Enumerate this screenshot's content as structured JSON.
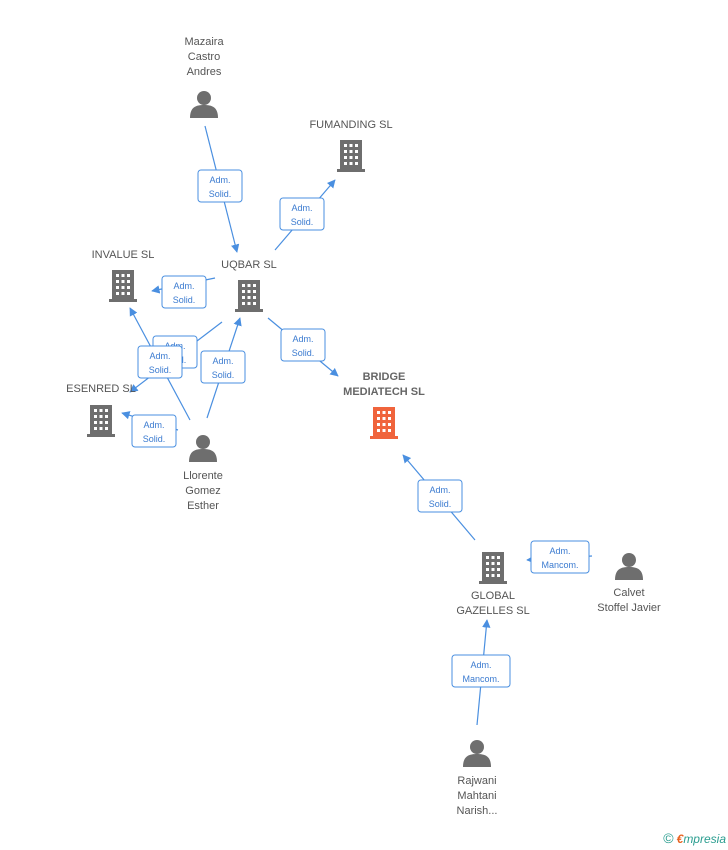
{
  "nodes": [
    {
      "id": "mazaira",
      "type": "person",
      "label": [
        "Mazaira",
        "Castro",
        "Andres"
      ]
    },
    {
      "id": "fumanding",
      "type": "company",
      "label": [
        "FUMANDING  SL"
      ]
    },
    {
      "id": "invalue",
      "type": "company",
      "label": [
        "INVALUE SL"
      ]
    },
    {
      "id": "uqbar",
      "type": "company",
      "label": [
        "UQBAR SL"
      ]
    },
    {
      "id": "esenred",
      "type": "company",
      "label": [
        "ESENRED SL"
      ]
    },
    {
      "id": "bridge",
      "type": "company-main",
      "label": [
        "BRIDGE",
        "MEDIATECH SL"
      ]
    },
    {
      "id": "llorente",
      "type": "person",
      "label": [
        "Llorente",
        "Gomez",
        "Esther"
      ]
    },
    {
      "id": "global",
      "type": "company",
      "label": [
        "GLOBAL",
        "GAZELLES SL"
      ]
    },
    {
      "id": "calvet",
      "type": "person",
      "label": [
        "Calvet",
        "Stoffel Javier"
      ]
    },
    {
      "id": "rajwani",
      "type": "person",
      "label": [
        "Rajwani",
        "Mahtani",
        "Narish..."
      ]
    }
  ],
  "edges": [
    {
      "from": "mazaira",
      "to": "uqbar",
      "label": [
        "Adm.",
        "Solid."
      ]
    },
    {
      "from": "uqbar",
      "to": "fumanding",
      "label": [
        "Adm.",
        "Solid."
      ]
    },
    {
      "from": "uqbar",
      "to": "invalue",
      "label": [
        "Adm.",
        "Solid."
      ]
    },
    {
      "from": "uqbar",
      "to": "bridge",
      "label": [
        "Adm.",
        "Solid."
      ]
    },
    {
      "from": "uqbar",
      "to": "esenred",
      "label": [
        "Adm.",
        "Solid."
      ]
    },
    {
      "from": "llorente",
      "to": "invalue",
      "label": [
        "Adm.",
        "Solid."
      ]
    },
    {
      "from": "llorente",
      "to": "uqbar",
      "label": [
        "Adm.",
        "Solid."
      ]
    },
    {
      "from": "llorente",
      "to": "esenred",
      "label": [
        "Adm.",
        "Solid."
      ]
    },
    {
      "from": "global",
      "to": "bridge",
      "label": [
        "Adm.",
        "Solid."
      ]
    },
    {
      "from": "calvet",
      "to": "global",
      "label": [
        "Adm.",
        "Mancom."
      ]
    },
    {
      "from": "rajwani",
      "to": "global",
      "label": [
        "Adm.",
        "Mancom."
      ]
    }
  ],
  "colors": {
    "edge": "#4a8fe0",
    "company": "#6e6e6e",
    "company_main": "#f0643c",
    "person": "#6e6e6e"
  },
  "footer": {
    "copyright": "©",
    "brand_e": "€",
    "brand_rest": "mpresia"
  }
}
